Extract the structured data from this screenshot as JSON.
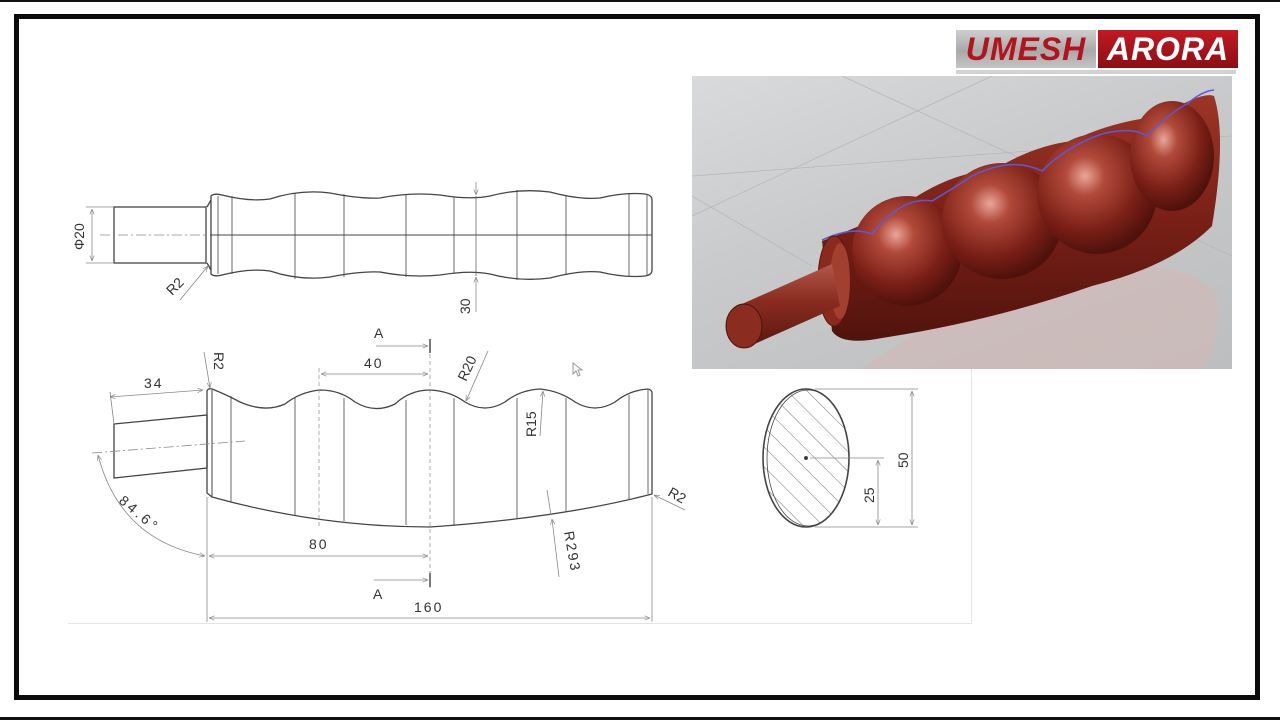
{
  "logo": {
    "first": "UMESH",
    "second": "ARORA",
    "colors": {
      "red": "#b3131b",
      "grey": "#b8b8b8",
      "white": "#ffffff"
    }
  },
  "drawing": {
    "top_view": {
      "diameter_label": "Φ20",
      "radius_label": "R2",
      "min_dia_label": "30"
    },
    "side_view": {
      "shaft_length": "34",
      "radius_shaft": "R2",
      "section_marker_top": "A",
      "pitch": "40",
      "radius_crest": "R20",
      "radius_valley": "R15",
      "radius_end": "R2",
      "angle": "84.6°",
      "half_length": "80",
      "section_marker_bottom": "A",
      "bottom_radius": "R293",
      "total_length": "160"
    },
    "section_view": {
      "height": "50",
      "half_height": "25"
    }
  },
  "render": {
    "description": "3D rendered ergonomic grip handle",
    "color": "#7a1f16",
    "edge_color": "#5a5ad8"
  }
}
